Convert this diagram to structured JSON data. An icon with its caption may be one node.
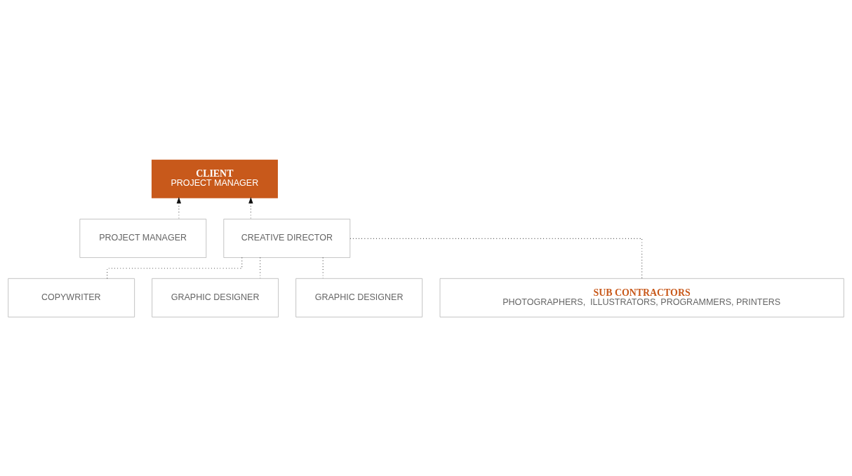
{
  "diagram": {
    "nodes": [
      {
        "text": [
          "CLIENT",
          "PROJECT MANAGER"
        ]
      },
      {
        "text": [
          "PROJECT MANAGER"
        ]
      },
      {
        "text": [
          "CREATIVE DIRECTOR"
        ]
      },
      {
        "text": [
          "COPYWRITER"
        ]
      },
      {
        "text": [
          "GRAPHIC DESIGNER"
        ]
      },
      {
        "text": [
          "GRAPHIC DESIGNER"
        ]
      },
      {
        "text": [
          "SUB CONTRACTORS",
          "PHOTOGRAPHERS,  ILLUSTRATORS, PROGRAMMERS, PRINTERS"
        ]
      }
    ],
    "edges": [
      {
        "from": 1,
        "to": 0,
        "arrow": "to",
        "style": "dashed"
      },
      {
        "from": 2,
        "to": 0,
        "arrow": "to",
        "style": "dashed"
      },
      {
        "from": 2,
        "to": 3,
        "arrow": "none",
        "style": "dashed"
      },
      {
        "from": 2,
        "to": 4,
        "arrow": "none",
        "style": "dashed"
      },
      {
        "from": 2,
        "to": 5,
        "arrow": "none",
        "style": "dashed"
      },
      {
        "from": 2,
        "to": 6,
        "arrow": "none",
        "style": "dashed"
      }
    ]
  }
}
